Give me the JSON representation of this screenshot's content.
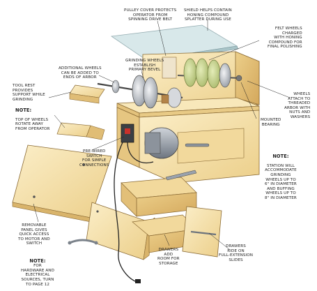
{
  "labels": {
    "pulley_cover": "PULLEY COVER PROTECTS\nOPERATOR FROM\nSPINNING DRIVE BELT",
    "shield": "SHIELD HELPS CONTAIN\nHONING COMPOUND\nSPLATTER DURING USE",
    "felt_wheels": "FELT WHEELS\nCHARGED\nWITH HONING\nCOMPOUND FOR\nFINAL POLISHING",
    "grinding_wheels": "GRINDING WHEELS\nESTABLISH\nPRIMARY BEVEL",
    "additional_wheels": "ADDITIONAL WHEELS\nCAN BE ADDED TO\nENDS OF ARBOR",
    "tool_rest": "TOOL REST\nPROVIDES\nSUPPORT WHILE\nGRINDING",
    "wheels_attach": "WHEELS\nATTACH TO\nTHREADED\nARBOR WITH\nNUTS AND\nWASHERS",
    "mounted_bearing": "MOUNTED\nBEARING",
    "note_top_head": "NOTE:",
    "note_top_body": "TOP OF WHEELS\nROTATE AWAY\nFROM OPERATOR",
    "pre_wired": "PRE-WIRED\nSWITCH\nFOR SIMPLE\nCONNECTIONS",
    "note_station_head": "NOTE:",
    "note_station_body": "STATION WILL\nACCOMMODATE\nGRINDING\nWHEELS UP TO\n6\" IN DIAMETER\nAND BUFFING\nWHEELS UP TO\n8\" IN DIAMETER",
    "removable_panel": "REMOVABLE\nPANEL GIVES\nQUICK ACCESS\nTO MOTOR AND\nSWITCH",
    "drawers_add": "DRAWERS\nADD\nROOM FOR\nSTORAGE",
    "drawers_ride": "DRAWERS\nRIDE ON\nFULL-EXTENSION\nSLIDES",
    "note_hw_head": "NOTE:",
    "note_hw_body": "FOR\nHARDWARE AND\nELECTRICAL\nSOURCES, TURN\nTO PAGE 12"
  },
  "colors": {
    "wood_light": "#f6e3b0",
    "wood_mid": "#eccf8a",
    "wood_dark": "#d7ae63",
    "edge": "#8a6a34",
    "glass": "#cfe3e6",
    "metal": "#b8bcc2",
    "felt": "#c9d58f",
    "motor": "#9aa2ad",
    "switch": "#3b3f44",
    "switch_red": "#c8312b",
    "leader": "#222222"
  }
}
